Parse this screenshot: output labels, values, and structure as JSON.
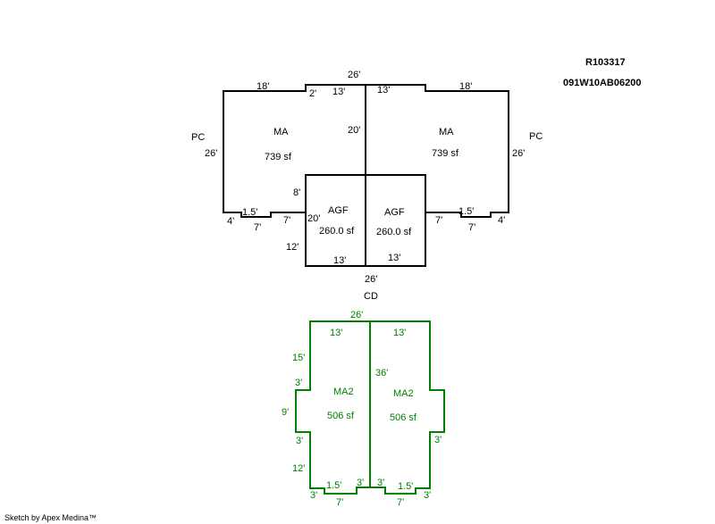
{
  "header": {
    "parcel_id": "R103317",
    "map_number": "091W10AB06200"
  },
  "footer": {
    "credit": "Sketch by Apex Medina™"
  },
  "colors": {
    "main_structure": "#000000",
    "second_structure": "#008000"
  },
  "main_structure": {
    "areas": {
      "left_ma": {
        "code": "MA",
        "area": "739 sf"
      },
      "right_ma": {
        "code": "MA",
        "area": "739 sf"
      },
      "left_agf": {
        "code": "AGF",
        "area": "260.0 sf"
      },
      "right_agf": {
        "code": "AGF",
        "area": "260.0 sf"
      }
    },
    "side_codes": {
      "left": "PC",
      "right": "PC",
      "bottom": "CD"
    },
    "dimensions": {
      "top_total": "26'",
      "top_left_outer": "18'",
      "top_left_step": "2'",
      "top_left_inner": "13'",
      "top_right_inner": "13'",
      "top_right_outer": "18'",
      "center_wall": "20'",
      "left_side": "26'",
      "right_side": "26'",
      "left_agf_top": "8'",
      "left_notch_step": "1.5'",
      "left_notch_width": "7'",
      "left_corner": "4'",
      "left_inner_run": "7'",
      "agf_side": "20'",
      "right_inner_run": "7'",
      "right_notch_step": "1.5'",
      "right_notch_width": "7'",
      "right_corner": "4'",
      "agf_lower_left": "12'",
      "agf_bottom_left": "13'",
      "agf_bottom_right": "13'",
      "bottom_total": "26'"
    }
  },
  "second_structure": {
    "areas": {
      "left_ma2": {
        "code": "MA2",
        "area": "506 sf"
      },
      "right_ma2": {
        "code": "MA2",
        "area": "506 sf"
      }
    },
    "dimensions": {
      "top_total": "26'",
      "top_left": "13'",
      "top_right": "13'",
      "left_upper": "15'",
      "left_jog_top": "3'",
      "left_bump": "9'",
      "left_jog_bottom": "3'",
      "left_lower": "12'",
      "center_wall": "36'",
      "right_jog": "3'",
      "bottom_left_corner": "3'",
      "bottom_left_step": "1.5'",
      "bottom_left_width": "7'",
      "bottom_center_left": "3'",
      "bottom_center_right": "3'",
      "bottom_right_step": "1.5'",
      "bottom_right_width": "7'",
      "bottom_right_corner": "3'"
    }
  }
}
